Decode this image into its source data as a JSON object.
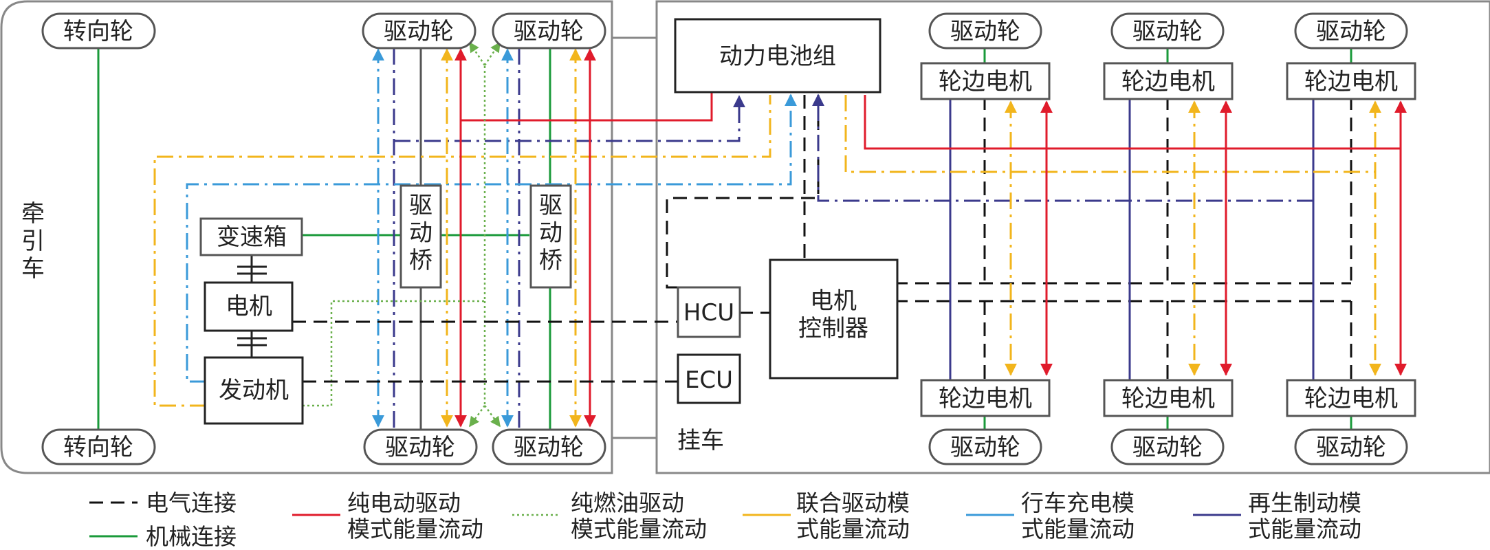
{
  "tractor": {
    "label": "牵\n引\n车",
    "steer_wheel": "转向轮",
    "drive_wheel": "驱动轮",
    "gearbox": "变速箱",
    "motor": "电机",
    "engine": "发动机",
    "drive_axle": "驱\n动\n桥"
  },
  "trailer": {
    "label": "挂车",
    "battery": "动力电池组",
    "hcu": "HCU",
    "ecu": "ECU",
    "motor_controller": "电机\n控制器",
    "hub_motor": "轮边电机",
    "drive_wheel": "驱动轮"
  },
  "legend": {
    "electric": "电气连接",
    "mechanical": "机械连接",
    "pure_electric": "纯电动驱动\n模式能量流动",
    "pure_fuel": "纯燃油驱动\n模式能量流动",
    "combined": "联合驱动模\n式能量流动",
    "charging": "行车充电模\n式能量流动",
    "regen": "再生制动模\n式能量流动"
  },
  "colors": {
    "electric": "#111111",
    "mechanical": "#1a9a3a",
    "pure_electric": "#e01b2b",
    "pure_fuel": "#6ab04c",
    "combined": "#f2b51c",
    "charging": "#3a9ad9",
    "regen": "#3b3a8c"
  }
}
